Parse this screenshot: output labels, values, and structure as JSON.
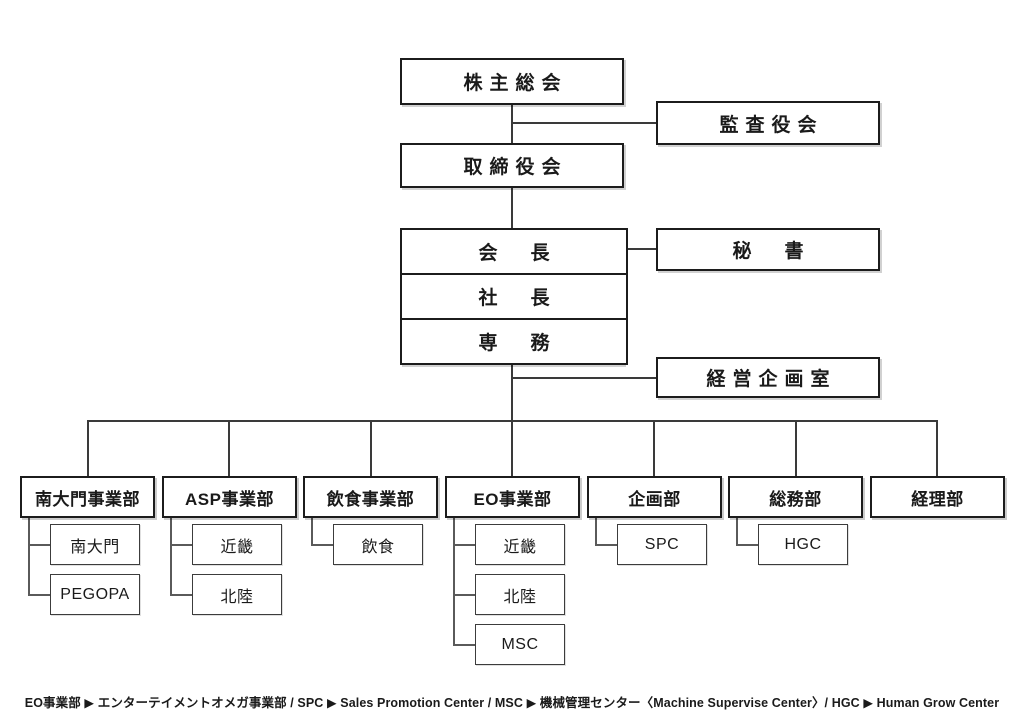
{
  "chart_data": {
    "type": "diagram",
    "diagram_kind": "organization-chart",
    "title": "",
    "nodes": {
      "shareholders_meeting": "株主総会",
      "audit_board": "監査役会",
      "board_of_directors": "取締役会",
      "chairman": "会　長",
      "president": "社　長",
      "senior_managing_director": "専　務",
      "secretary": "秘　書",
      "management_planning_office": "経営企画室"
    },
    "departments": [
      {
        "label": "南大門事業部",
        "children": [
          "南大門",
          "PEGOPA"
        ]
      },
      {
        "label": "ASP事業部",
        "children": [
          "近畿",
          "北陸"
        ]
      },
      {
        "label": "飲食事業部",
        "children": [
          "飲食"
        ]
      },
      {
        "label": "EO事業部",
        "children": [
          "近畿",
          "北陸",
          "MSC"
        ]
      },
      {
        "label": "企画部",
        "children": [
          "SPC"
        ]
      },
      {
        "label": "総務部",
        "children": [
          "HGC"
        ]
      },
      {
        "label": "経理部",
        "children": []
      }
    ],
    "legend": [
      {
        "abbr": "EO事業部",
        "expansion": "エンターテイメントオメガ事業部"
      },
      {
        "abbr": "SPC",
        "expansion": "Sales Promotion Center"
      },
      {
        "abbr": "MSC",
        "expansion": "機械管理センター〈Machine Supervise Center〉"
      },
      {
        "abbr": "HGC",
        "expansion": "Human Grow Center"
      }
    ],
    "legend_text": "EO事業部 ▶ エンターテイメントオメガ事業部 / SPC ▶ Sales Promotion Center / MSC ▶ 機械管理センター〈Machine Supervise Center〉/ HGC ▶ Human Grow Center",
    "colors": {
      "background": "#ffffff",
      "box_border": "#1c1c1c",
      "sub_box_border": "#3c3c3c",
      "line": "#3a3a3a",
      "text": "#1a1a1a"
    }
  },
  "footnote": {
    "text": "EO事業部 ▶ エンターテイメントオメガ事業部 / SPC ▶ Sales Promotion Center / MSC ▶ 機械管理センター〈Machine Supervise Center〉/ HGC ▶ Human Grow Center"
  }
}
